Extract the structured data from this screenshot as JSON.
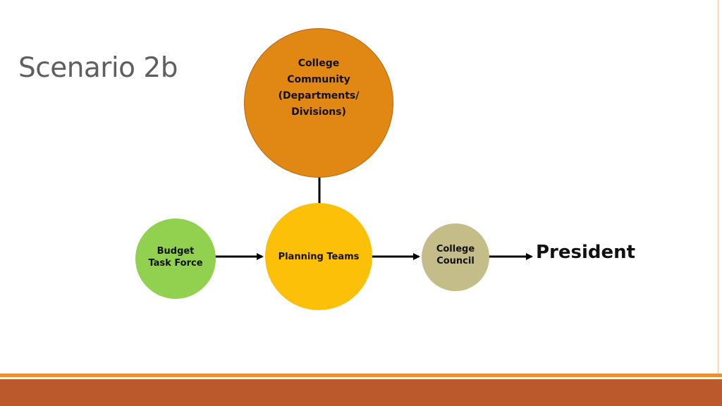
{
  "slide": {
    "title": "Scenario 2b"
  },
  "diagram": {
    "nodes": {
      "community": {
        "label": "College\nCommunity\n(Departments/\nDivisions)",
        "color": "#e18713"
      },
      "planning": {
        "label": "Planning Teams",
        "color": "#fdc008"
      },
      "budget": {
        "label": "Budget\nTask Force",
        "color": "#92d050"
      },
      "council": {
        "label": "College\nCouncil",
        "color": "#c4bd8a"
      }
    },
    "endpoint": "President",
    "edges": [
      {
        "from": "Budget Task Force",
        "to": "Planning Teams",
        "direction": "one-way"
      },
      {
        "from": "Planning Teams",
        "to": "College Council",
        "direction": "one-way"
      },
      {
        "from": "College Council",
        "to": "President",
        "direction": "one-way"
      },
      {
        "from": "College Community (Departments/ Divisions)",
        "to": "Planning Teams",
        "direction": "two-way"
      }
    ]
  },
  "theme": {
    "footer_color": "#bb582c",
    "accent_line_color": "#ed8f2e"
  }
}
